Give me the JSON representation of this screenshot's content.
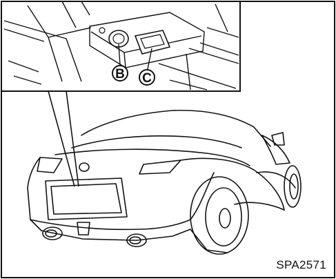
{
  "labels": {
    "callout_b": "B",
    "callout_c": "C",
    "figure_code": "SPA2571"
  },
  "colors": {
    "line": "#111111",
    "background": "#ffffff"
  }
}
